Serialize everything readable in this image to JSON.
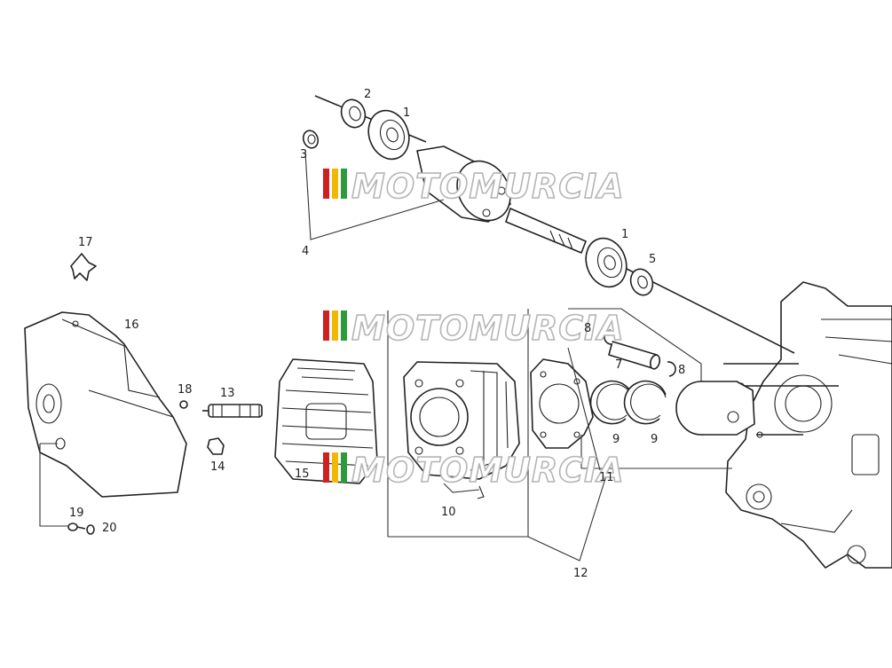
{
  "labels": {
    "l1a": "1",
    "l1b": "1",
    "l2": "2",
    "l3": "3",
    "l4": "4",
    "l5": "5",
    "l7": "7",
    "l8a": "8",
    "l8b": "8",
    "l9a": "9",
    "l9b": "9",
    "l10": "10",
    "l11": "11",
    "l12": "12",
    "l13": "13",
    "l14": "14",
    "l15": "15",
    "l16": "16",
    "l17": "17",
    "l18": "18",
    "l19": "19",
    "l20": "20"
  },
  "watermark": {
    "text": "MOTOMURCIA",
    "stripe_colors": [
      "#d11f1f",
      "#f2b705",
      "#2e9a3e"
    ]
  },
  "colors": {
    "line": "#222222",
    "watermark_outline": "#b5b5b5"
  }
}
